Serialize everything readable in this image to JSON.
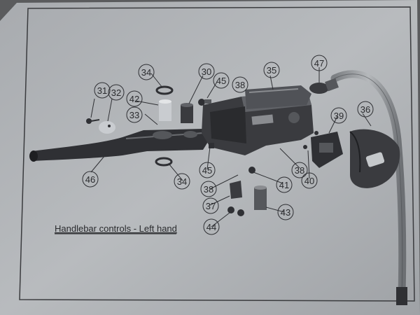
{
  "caption": "Handlebar controls - Left hand",
  "callouts": [
    "30",
    "31",
    "32",
    "33",
    "34",
    "34",
    "35",
    "36",
    "37",
    "38",
    "38",
    "38",
    "39",
    "40",
    "41",
    "42",
    "43",
    "44",
    "45",
    "45",
    "46",
    "47"
  ],
  "colors": {
    "paper": "#b3b6ba",
    "paper_edge": "#8f9296",
    "part_dark": "#2f3034",
    "part_mid": "#55575b",
    "part_light": "#8a8c90",
    "ink": "#2a2b2e",
    "cable": "#9ea1a5"
  }
}
